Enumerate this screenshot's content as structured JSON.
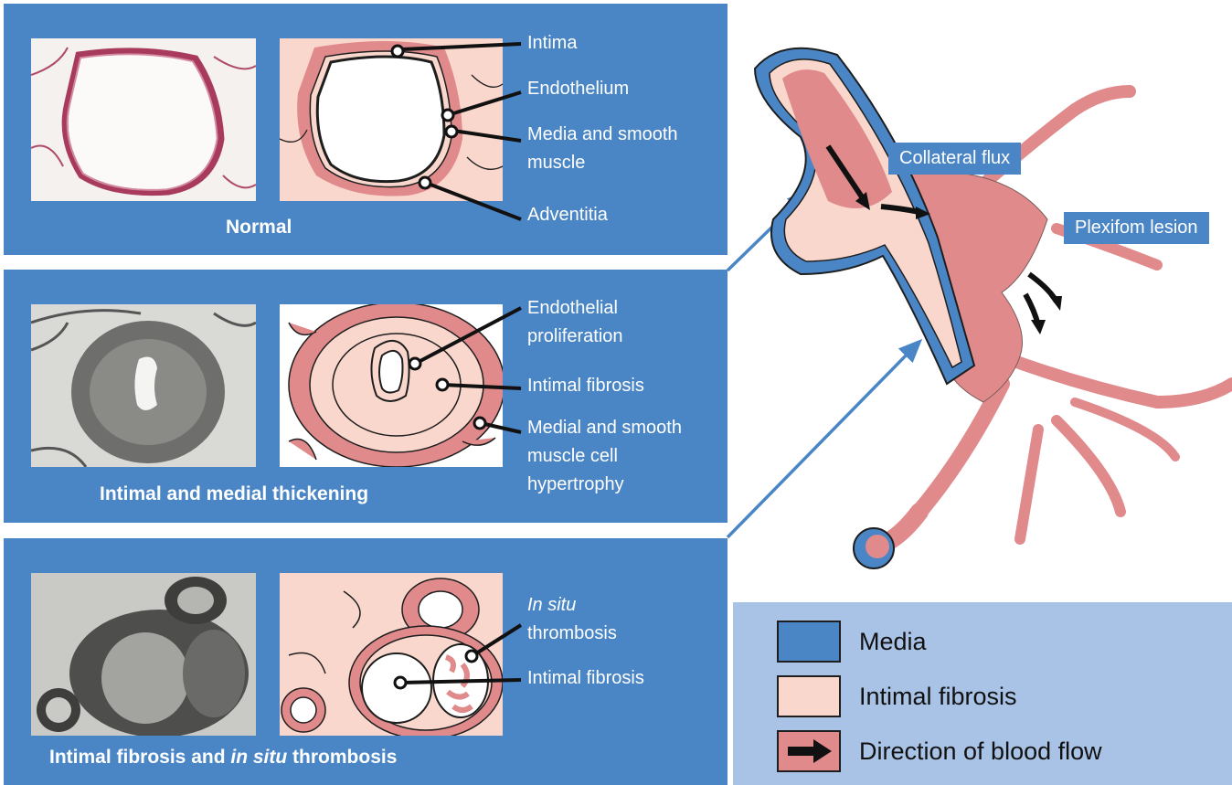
{
  "panels": [
    {
      "caption": "Normal",
      "labels": [
        "Intima",
        "Endothelium",
        "Media and smooth muscle",
        "Adventitia"
      ]
    },
    {
      "caption": "Intimal and medial thickening",
      "labels": [
        "Endothelial proliferation",
        "Intimal fibrosis",
        "Medial and smooth muscle cell hypertrophy"
      ]
    },
    {
      "caption_pre": "Intimal fibrosis and ",
      "caption_em": "in situ",
      "caption_post": " thrombosis",
      "label_insitu_em": "In situ",
      "label_insitu_post": "thrombosis",
      "labels": [
        "Intimal fibrosis"
      ]
    }
  ],
  "right": {
    "collateral": "Collateral flux",
    "plexiform": "Plexifom lesion"
  },
  "legend": {
    "items": [
      {
        "label": "Media",
        "color": "#4a86c6"
      },
      {
        "label": "Intimal fibrosis",
        "color": "#f9d7cc"
      },
      {
        "label": "Direction of blood flow",
        "color": "#e08a8c"
      }
    ]
  },
  "colors": {
    "panel": "#4a86c6",
    "media": "#4a86c6",
    "intima": "#f9d7cc",
    "lesion": "#e08a8c",
    "legend_bg": "#a9c3e6"
  }
}
